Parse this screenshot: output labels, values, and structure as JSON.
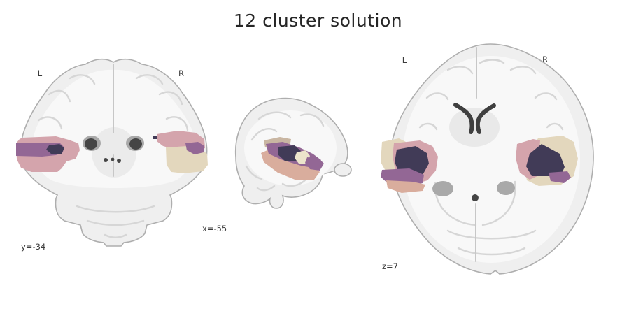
{
  "title": "12 cluster solution",
  "figure": {
    "background_color": "#ffffff",
    "views": {
      "coronal": {
        "name": "coronal",
        "left_label": "L",
        "right_label": "R",
        "coord_label": "y=-34"
      },
      "sagittal": {
        "name": "sagittal",
        "coord_label": "x=-55"
      },
      "axial": {
        "name": "axial",
        "left_label": "L",
        "right_label": "R",
        "coord_label": "z=7"
      }
    },
    "cluster_colors": {
      "pink": "#d4a4ac",
      "purple": "#936795",
      "navy": "#413b57",
      "beige": "#e3d7bd",
      "cream": "#ece4cb",
      "salmon": "#d9ad9d",
      "tan": "#c9b6a2"
    }
  }
}
